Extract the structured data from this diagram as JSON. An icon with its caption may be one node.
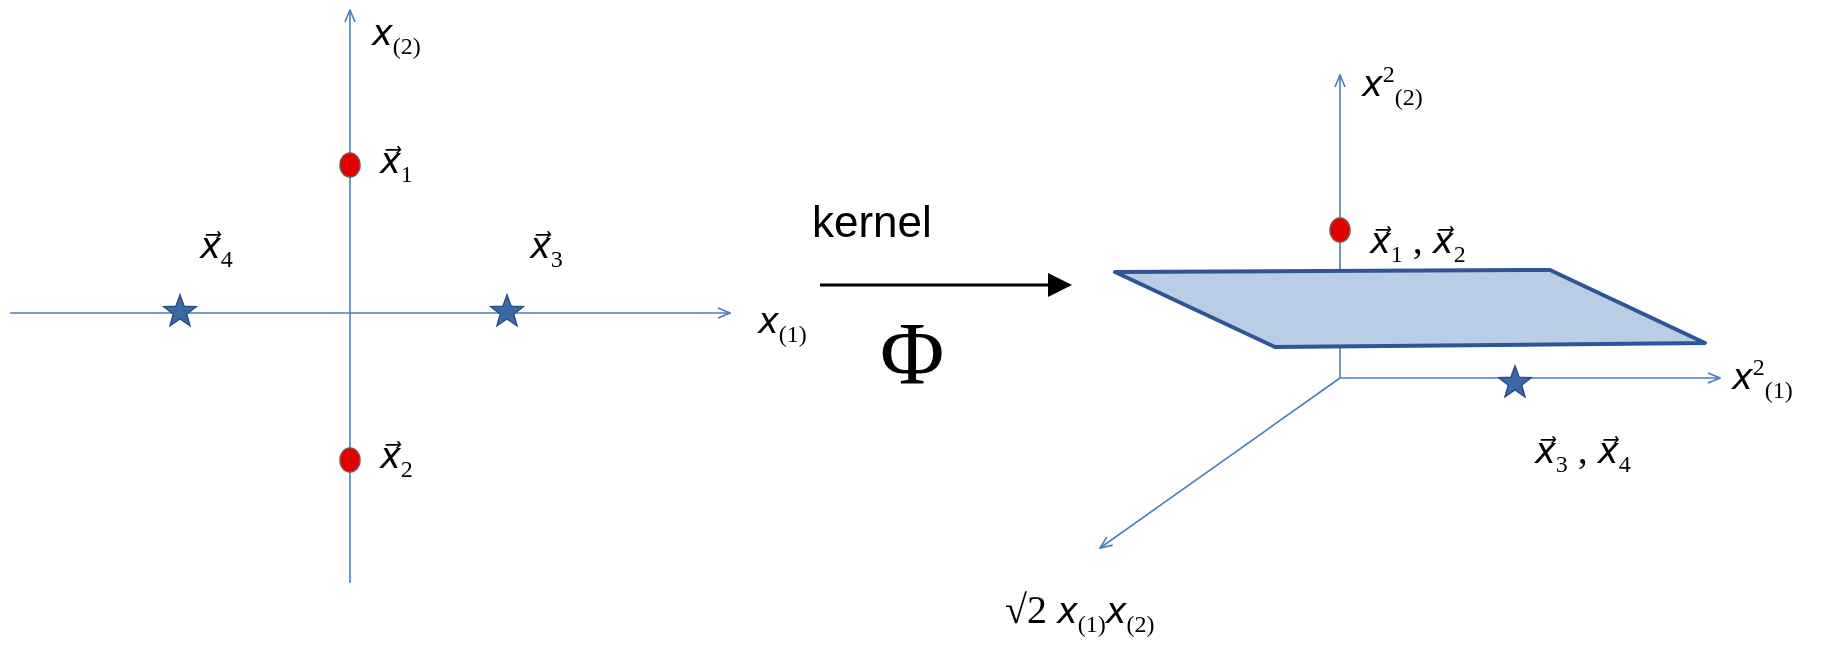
{
  "diagram": {
    "nodes": [
      {
        "text": [],
        "shape": "picture",
        "beside": [
          "*x*$_{(1)}$"
        ]
      },
      {
        "text": [],
        "shape": "picture"
      }
    ],
    "edges": [
      {
        "from": 0,
        "to": 1,
        "arrow": "to",
        "label": "kernel"
      }
    ],
    "labels": [
      "*x*$_{(2)}$",
      "*x⃗*$_{1}$",
      "*x⃗*$_{4}$",
      "*x⃗*$_{3}$",
      "*x⃗*$_{2}$",
      "Φ",
      "*x*$^{2}$$_{(2)}$",
      "*x⃗*$_{1}$ , *x⃗*$_{2}$",
      "*x*$^{2}$$_{(1)}$",
      "*x⃗*$_{3}$ , *x⃗*$_{4}$",
      "√2 *x*$_{(1)}$*x*$_{(2)}$"
    ]
  }
}
